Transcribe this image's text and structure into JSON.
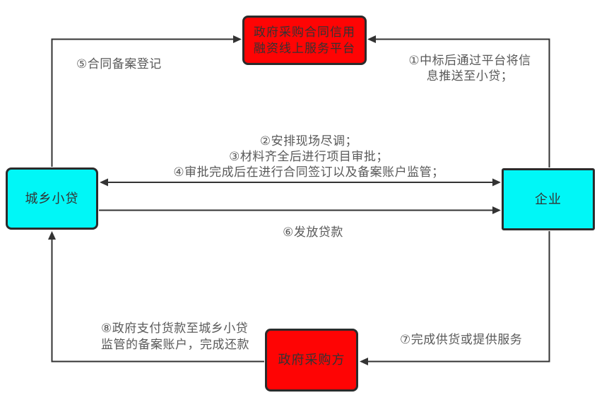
{
  "diagram": {
    "nodes": {
      "platform": {
        "label": "政府采购合同信用\n融资线上服务平台"
      },
      "lender": {
        "label": "城乡小贷"
      },
      "enterprise": {
        "label": "企业"
      },
      "purchaser": {
        "label": "政府采购方"
      }
    },
    "edge_labels": {
      "step5": "⑤合同备案登记",
      "step1": "①中标后通过平台将信\n息推送至小贷；",
      "steps_2_3_4": "②安排现场尽调；\n③材料齐全后进行项目审批；\n④审批完成后在进行合同签订以及备案账户监管；",
      "step6": "⑥发放贷款",
      "step7": "⑦完成供货或提供服务",
      "step8": "⑧政府支付货款至城乡小贷\n监管的备案账户，完成还款"
    },
    "colors": {
      "red_node": "#fe0404",
      "cyan_node": "#00f7f7",
      "node_border": "#2b2b2b",
      "arrow": "#333333",
      "edge_label_text": "#595959",
      "node_text": "#333333",
      "background": "#ffffff"
    }
  }
}
